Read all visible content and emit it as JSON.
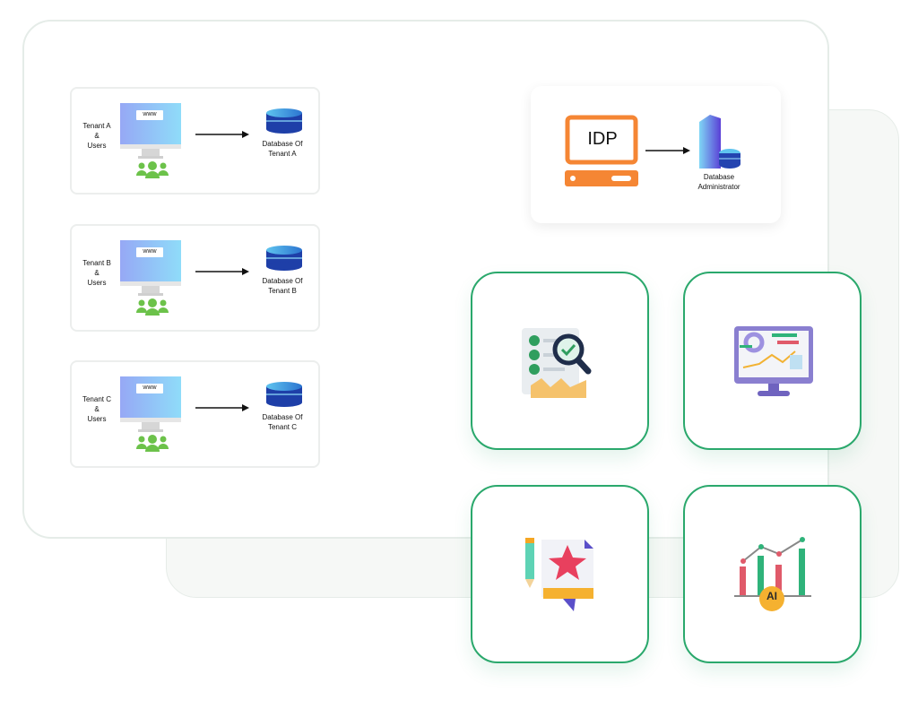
{
  "tenants": [
    {
      "label_lines": [
        "Tenant A",
        "&",
        "Users"
      ],
      "url": "www",
      "db_lines": [
        "Database Of",
        "Tenant A"
      ]
    },
    {
      "label_lines": [
        "Tenant B",
        "&",
        "Users"
      ],
      "url": "www",
      "db_lines": [
        "Database Of",
        "Tenant B"
      ]
    },
    {
      "label_lines": [
        "Tenant C",
        "&",
        "Users"
      ],
      "url": "www",
      "db_lines": [
        "Database Of",
        "Tenant C"
      ]
    }
  ],
  "idp": {
    "label": "IDP",
    "target_lines": [
      "Database",
      "Administrator"
    ]
  },
  "tiles": [
    {
      "icon": "audit-checklist-search-icon"
    },
    {
      "icon": "analytics-dashboard-monitor-icon"
    },
    {
      "icon": "design-star-document-icon"
    },
    {
      "icon": "ai-bar-chart-icon"
    }
  ],
  "tiles_text": {
    "ai_badge": "AI"
  },
  "colors": {
    "tile_border": "#2aa86c",
    "idp_orange": "#f58634",
    "db_blue": "#1e3fa8",
    "users_green": "#6cc24a"
  }
}
